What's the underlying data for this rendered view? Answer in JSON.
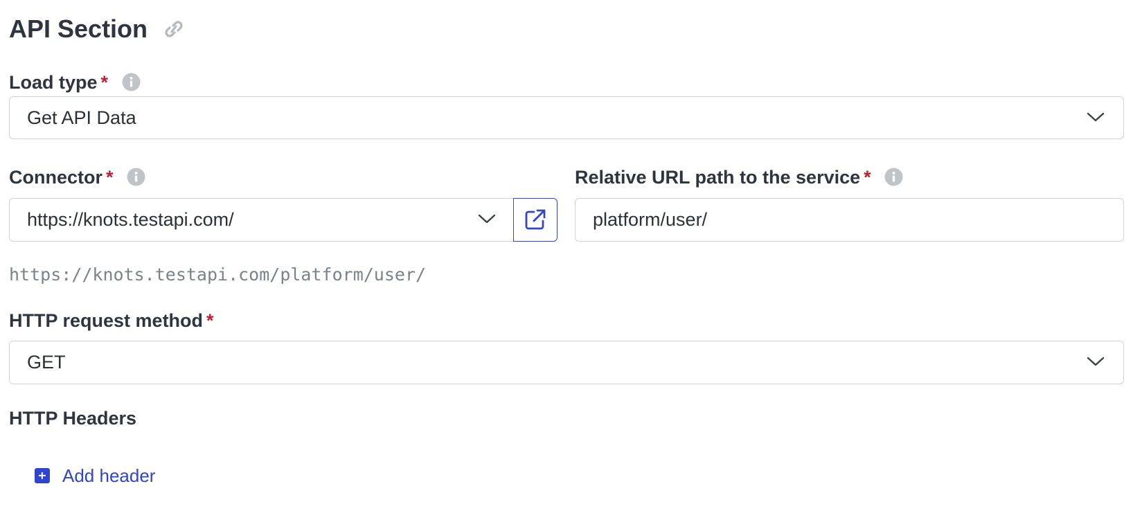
{
  "section": {
    "title": "API Section",
    "link_icon": "link-icon"
  },
  "load_type": {
    "label": "Load type",
    "required_mark": "*",
    "info_icon": "info-icon",
    "selected": "Get API Data"
  },
  "connector": {
    "label": "Connector",
    "required_mark": "*",
    "info_icon": "info-icon",
    "selected": "https://knots.testapi.com/",
    "open_icon": "external-link-icon"
  },
  "relative_url": {
    "label": "Relative URL path to the service",
    "required_mark": "*",
    "info_icon": "info-icon",
    "value": "platform/user/"
  },
  "resolved_url": "https://knots.testapi.com/platform/user/",
  "http_method": {
    "label": "HTTP request method",
    "required_mark": "*",
    "selected": "GET"
  },
  "http_headers": {
    "title": "HTTP Headers",
    "add_label": "Add header",
    "add_icon": "plus-square-icon"
  },
  "colors": {
    "accent": "#2f45d0",
    "required": "#c22032",
    "border": "#cfd2d6",
    "muted_text": "#7b828a"
  }
}
